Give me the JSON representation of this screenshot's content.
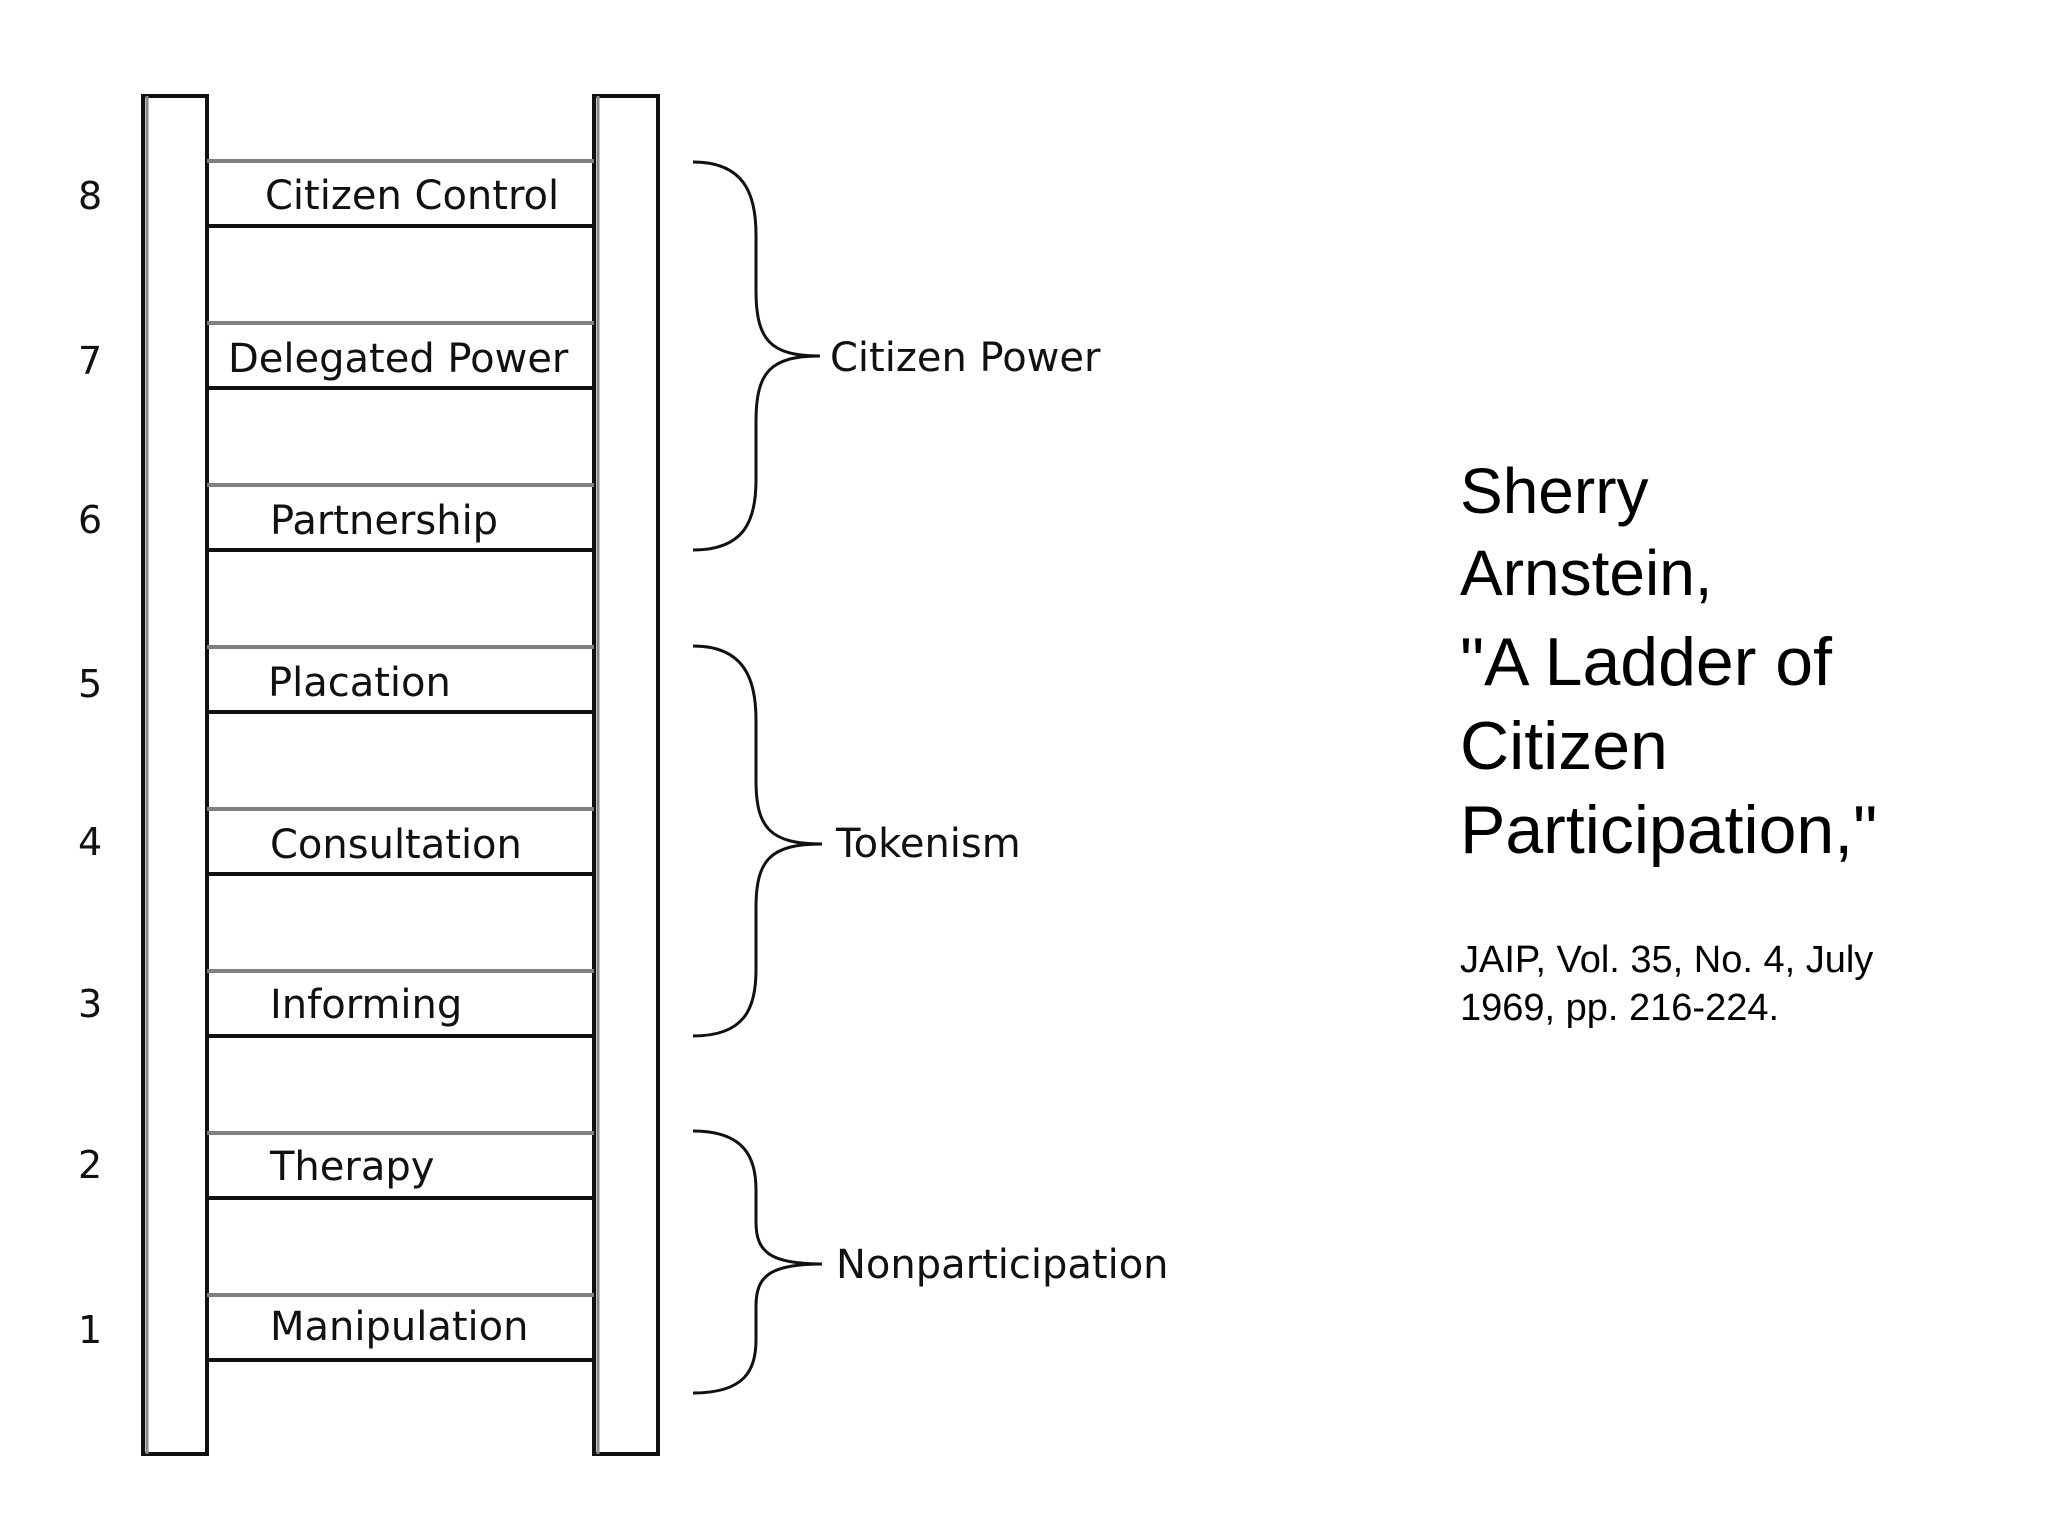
{
  "ladder": {
    "rungs": [
      {
        "number": "8",
        "label": "Citizen Control"
      },
      {
        "number": "7",
        "label": "Delegated Power"
      },
      {
        "number": "6",
        "label": "Partnership"
      },
      {
        "number": "5",
        "label": "Placation"
      },
      {
        "number": "4",
        "label": "Consultation"
      },
      {
        "number": "3",
        "label": "Informing"
      },
      {
        "number": "2",
        "label": "Therapy"
      },
      {
        "number": "1",
        "label": "Manipulation"
      }
    ],
    "groups": [
      {
        "label": "Citizen Power",
        "rungs": [
          "8",
          "7",
          "6"
        ]
      },
      {
        "label": "Tokenism",
        "rungs": [
          "5",
          "4",
          "3"
        ]
      },
      {
        "label": "Nonparticipation",
        "rungs": [
          "2",
          "1"
        ]
      }
    ]
  },
  "citation": {
    "author": "Sherry Arnstein,",
    "title": "\"A Ladder of Citizen Participation,\"",
    "reference": "JAIP, Vol. 35, No. 4, July 1969, pp. 216-224."
  }
}
